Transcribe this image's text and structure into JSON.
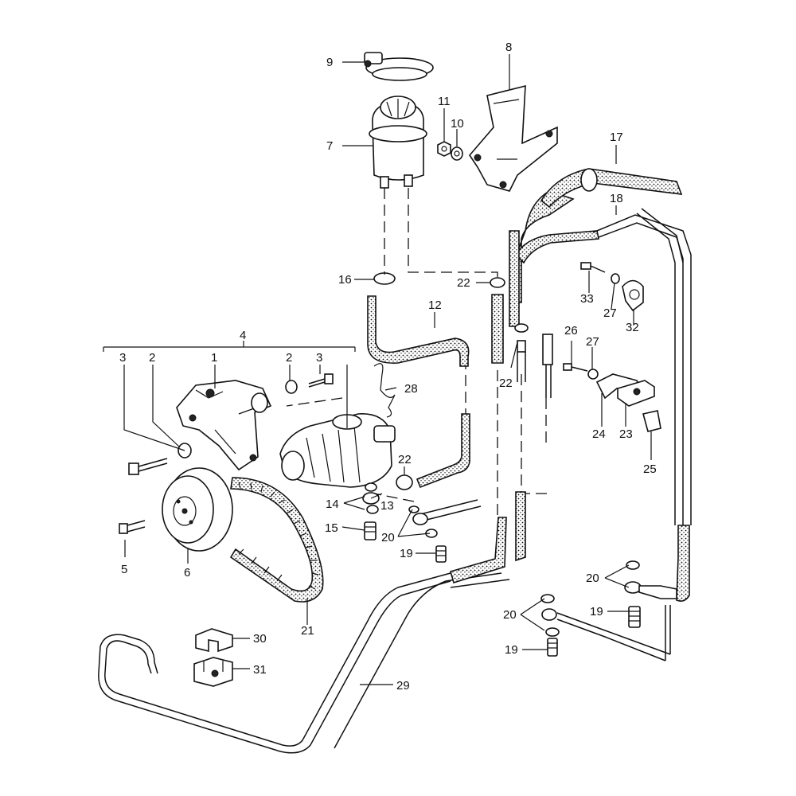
{
  "callouts": {
    "c1": "1",
    "c2a": "2",
    "c2b": "2",
    "c3a": "3",
    "c3b": "3",
    "c4": "4",
    "c5": "5",
    "c6": "6",
    "c7": "7",
    "c8": "8",
    "c9": "9",
    "c10": "10",
    "c11": "11",
    "c12": "12",
    "c13": "13",
    "c14": "14",
    "c15": "15",
    "c16": "16",
    "c17": "17",
    "c18": "18",
    "c19a": "19",
    "c19b": "19",
    "c19c": "19",
    "c20a": "20",
    "c20b": "20",
    "c20c": "20",
    "c21": "21",
    "c22a": "22",
    "c22b": "22",
    "c22c": "22",
    "c23": "23",
    "c24": "24",
    "c25": "25",
    "c26": "26",
    "c27a": "27",
    "c27b": "27",
    "c28": "28",
    "c29": "29",
    "c30": "30",
    "c31": "31",
    "c32": "32",
    "c33": "33"
  }
}
